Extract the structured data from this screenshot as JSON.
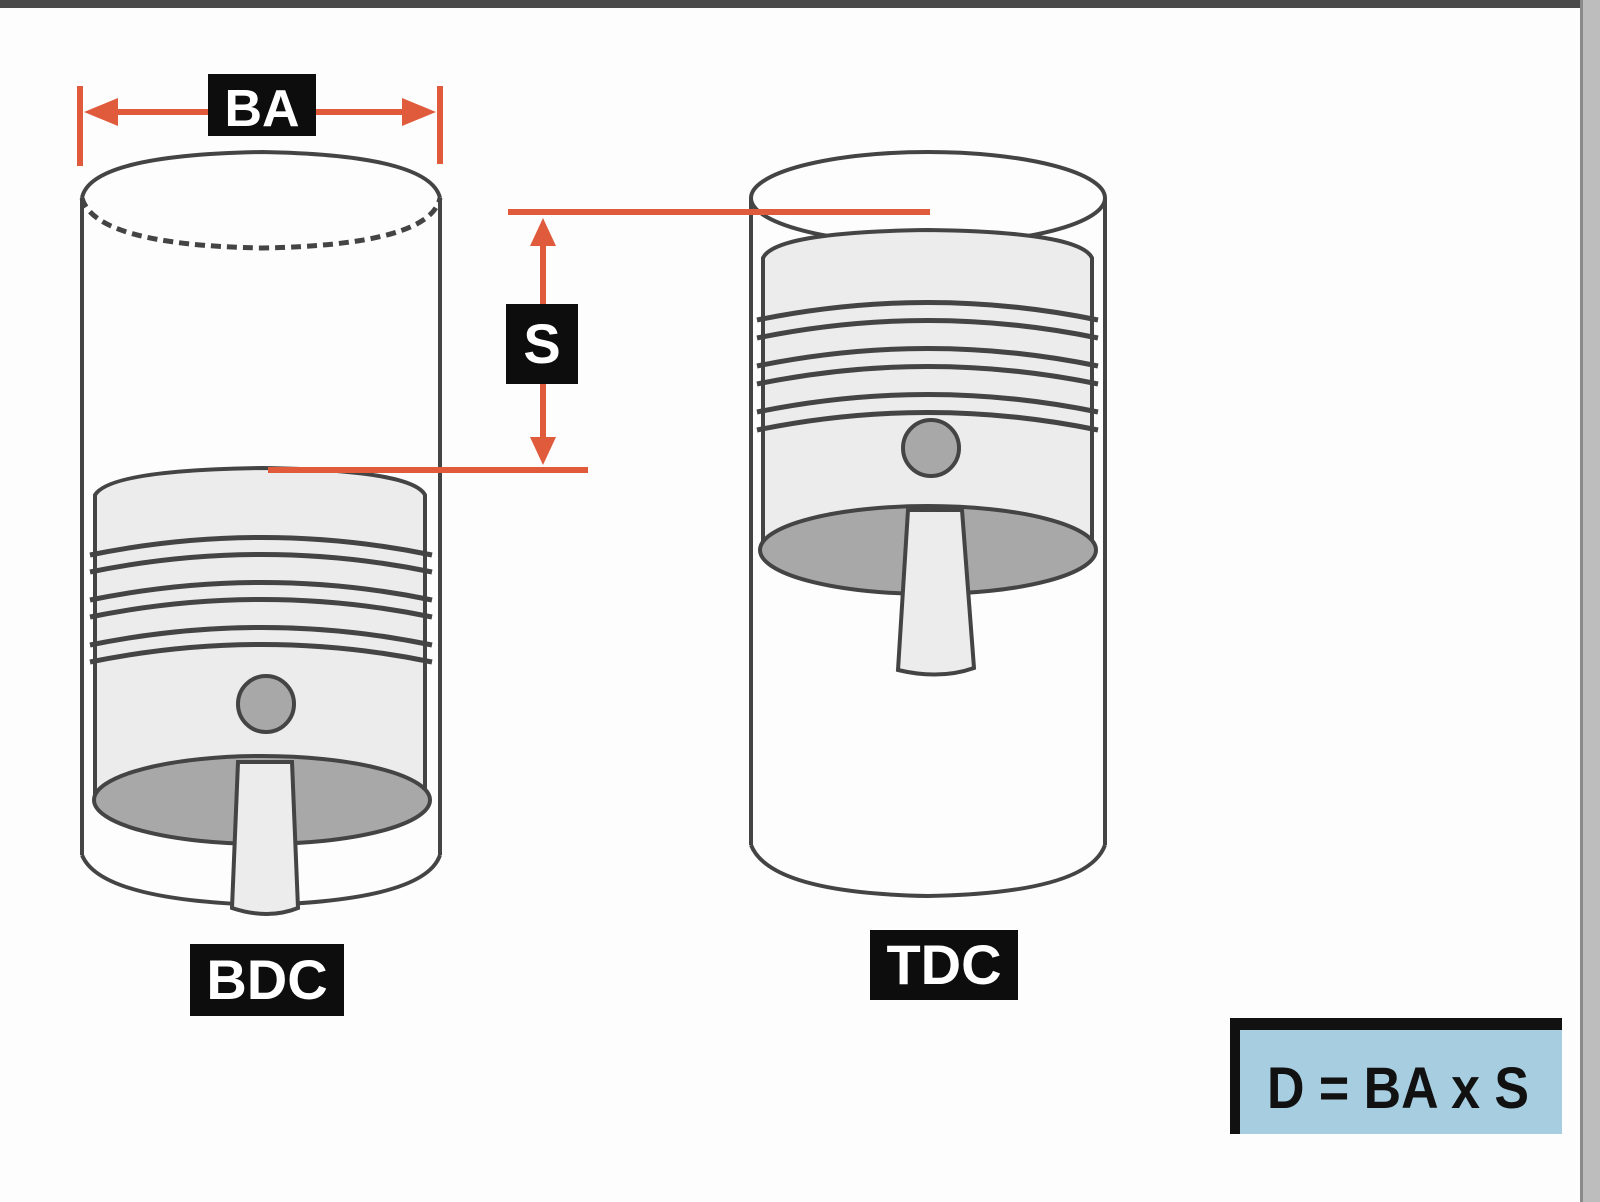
{
  "labels": {
    "bore": "BA",
    "stroke": "S",
    "bottom_dead_center": "BDC",
    "top_dead_center": "TDC"
  },
  "formula": "D = BA x S",
  "colors": {
    "dimension_line": "#e05a3c",
    "formula_box": "#a6cde0",
    "label_box": "#0d0d0d",
    "piston_fill": "#ececec",
    "piston_underside": "#a8a8a8",
    "outline": "#444444"
  }
}
